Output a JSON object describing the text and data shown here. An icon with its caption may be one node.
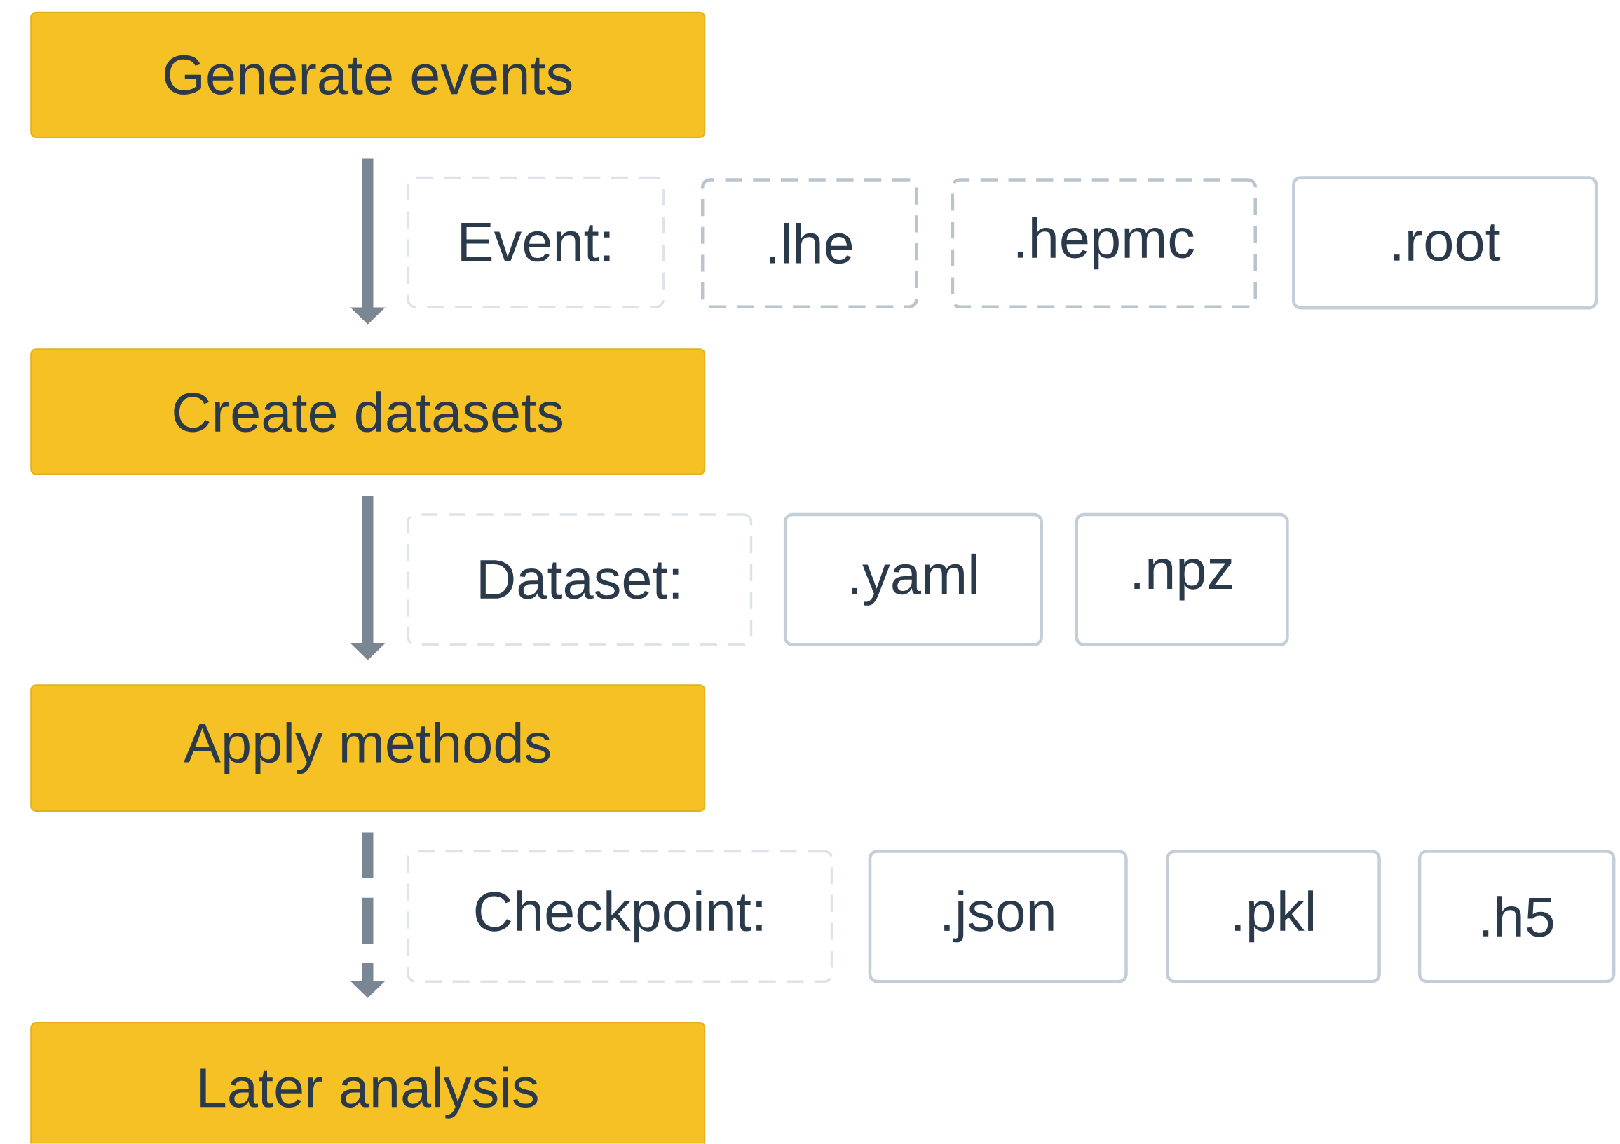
{
  "diagram": {
    "nodes": [
      {
        "text": [
          "Generate events"
        ]
      },
      {
        "text": [
          "Event:"
        ]
      },
      {
        "text": [
          ".lhe"
        ]
      },
      {
        "text": [
          ".hepmc"
        ]
      },
      {
        "text": [
          ".root"
        ]
      },
      {
        "text": [
          "Create datasets"
        ]
      },
      {
        "text": [
          "Dataset:"
        ]
      },
      {
        "text": [
          ".yaml"
        ]
      },
      {
        "text": [
          ".npz"
        ]
      },
      {
        "text": [
          "Apply methods"
        ]
      },
      {
        "text": [
          "Checkpoint:"
        ]
      },
      {
        "text": [
          ".json"
        ]
      },
      {
        "text": [
          ".pkl"
        ]
      },
      {
        "text": [
          ".h5"
        ]
      },
      {
        "text": [
          "Later analysis"
        ]
      }
    ],
    "edges": [
      {
        "from": 0,
        "to": 5,
        "arrow": "to"
      },
      {
        "from": 5,
        "to": 9,
        "arrow": "to"
      },
      {
        "from": 9,
        "to": 14,
        "arrow": "to",
        "style": "dashed"
      }
    ]
  }
}
